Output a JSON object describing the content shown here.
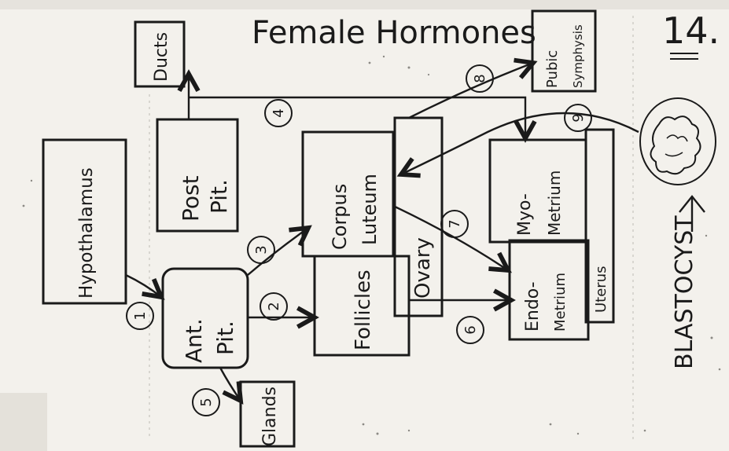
{
  "title": "Female Hormones",
  "page_number": "14.",
  "boxes": {
    "hypothalamus": "Hypothalamus",
    "ant_pit_1": "Ant.",
    "ant_pit_2": "Pit.",
    "post_pit_1": "Post",
    "post_pit_2": "Pit.",
    "ducts": "Ducts",
    "glands": "Glands",
    "pubic_symphysis_1": "Pubic",
    "pubic_symphysis_2": "Symphysis",
    "follicles": "Follicles",
    "corpus_luteum_1": "Corpus",
    "corpus_luteum_2": "Luteum",
    "ovary": "Ovary",
    "endometrium_1": "Endo-",
    "endometrium_2": "Metrium",
    "myometrium_1": "Myo-",
    "myometrium_2": "Metrium",
    "uterus": "Uterus",
    "blastocyst": "BLASTOCYST"
  },
  "steps": [
    "1",
    "2",
    "3",
    "4",
    "5",
    "6",
    "7",
    "8",
    "9"
  ]
}
